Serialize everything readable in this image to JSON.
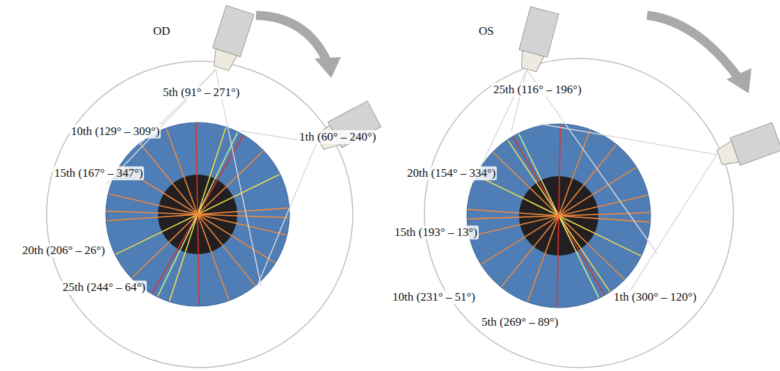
{
  "diagram": {
    "labels": [
      "OD",
      "5th (91° – 271°)",
      "1th (60° – 240°)",
      "10th (129° – 309°)",
      "15th (167° – 347°)",
      "20th (206° – 26°)",
      "25th (244° – 64°)",
      "OS",
      "25th (116° – 196°)",
      "20th (154° – 334°)",
      "15th (193° – 13°)",
      "10th (231° – 51°)",
      "1th (300° – 120°)",
      "5th (269° – 89°)"
    ]
  }
}
